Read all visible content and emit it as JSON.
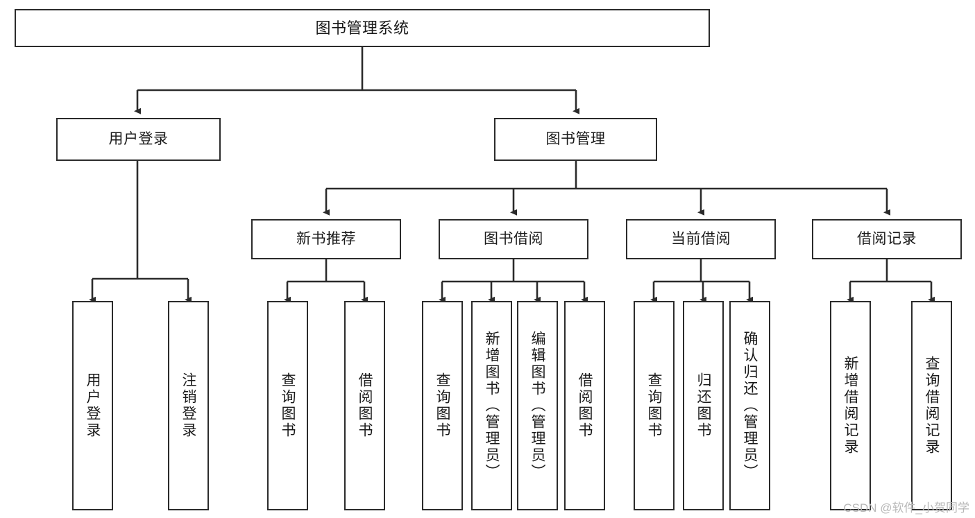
{
  "diagram": {
    "title": "图书管理系统",
    "type": "tree-hierarchy",
    "colors": {
      "stroke": "#2b2b2b",
      "fill": "#ffffff",
      "text": "#1a1a1a",
      "watermark": "#b8b8b8"
    },
    "root": {
      "label": "图书管理系统"
    },
    "level2": [
      {
        "label": "用户登录"
      },
      {
        "label": "图书管理"
      }
    ],
    "level3": [
      {
        "label": "新书推荐"
      },
      {
        "label": "图书借阅"
      },
      {
        "label": "当前借阅"
      },
      {
        "label": "借阅记录"
      }
    ],
    "leaves": {
      "user_login": [
        {
          "label": "用户登录"
        },
        {
          "label": "注销登录"
        }
      ],
      "new_book": [
        {
          "label": "查询图书"
        },
        {
          "label": "借阅图书"
        }
      ],
      "book_borrow": [
        {
          "label": "查询图书"
        },
        {
          "label": "新增图书（管理员）"
        },
        {
          "label": "编辑图书（管理员）"
        },
        {
          "label": "借阅图书"
        }
      ],
      "current_borrow": [
        {
          "label": "查询图书"
        },
        {
          "label": "归还图书"
        },
        {
          "label": "确认归还（管理员）"
        }
      ],
      "borrow_record": [
        {
          "label": "新增借阅记录"
        },
        {
          "label": "查询借阅记录"
        }
      ]
    },
    "watermark": "CSDN @软件_小贺同学"
  }
}
